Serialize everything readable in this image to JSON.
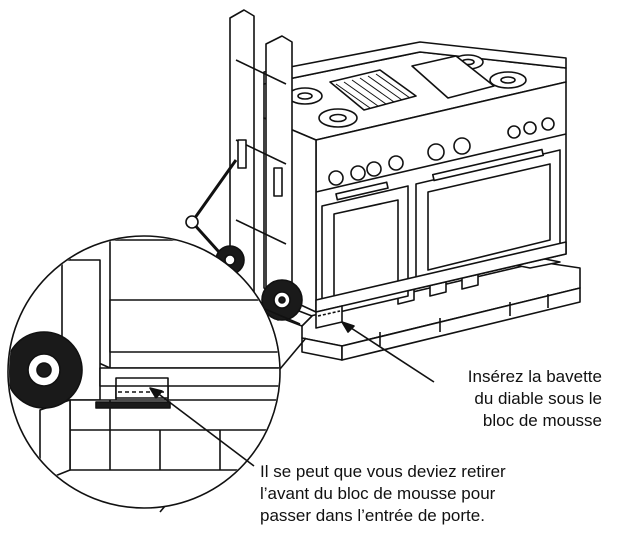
{
  "callouts": {
    "insert_strap": [
      "Insérez la bavette",
      "du diable sous le",
      "bloc de mousse"
    ],
    "doorway_note": [
      "Il se peut que vous deviez retirer",
      "l’avant du bloc de mousse pour",
      "passer dans l’entrée de porte."
    ]
  },
  "colors": {
    "line": "#111111",
    "fill": "#ffffff",
    "shade": "#1a1a1a"
  }
}
